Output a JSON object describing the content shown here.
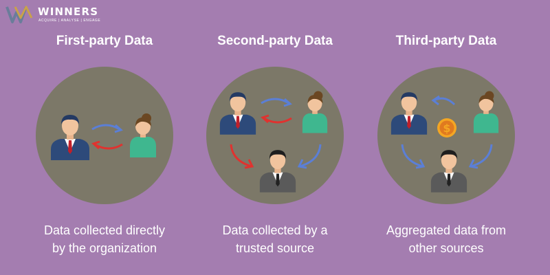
{
  "brand": {
    "name": "WINNERS",
    "tagline": "ACQUIRE | ANALYSE | ENGAGE"
  },
  "colors": {
    "background": "#a47db0",
    "circle": "#7c7868",
    "arrow_blue": "#5b7fd6",
    "arrow_red": "#e0322f",
    "suit_navy": "#2d4a7a",
    "shirt_green": "#3fb78f",
    "suit_gray": "#5a5a5a",
    "coin": "#f4a623"
  },
  "panels": [
    {
      "title": "First-party Data",
      "caption_lines": [
        "Data collected directly",
        "by the organization"
      ],
      "people": [
        "businessman-icon",
        "woman-icon"
      ]
    },
    {
      "title": "Second-party Data",
      "caption_lines": [
        "Data collected by a",
        "trusted source"
      ],
      "people": [
        "businessman-icon",
        "woman-icon",
        "man-icon"
      ]
    },
    {
      "title": "Third-party Data",
      "caption_lines": [
        "Aggregated data from",
        "other sources"
      ],
      "people": [
        "businessman-icon",
        "woman-icon",
        "man-icon"
      ],
      "extra_icon": "dollar-coin-icon"
    }
  ]
}
